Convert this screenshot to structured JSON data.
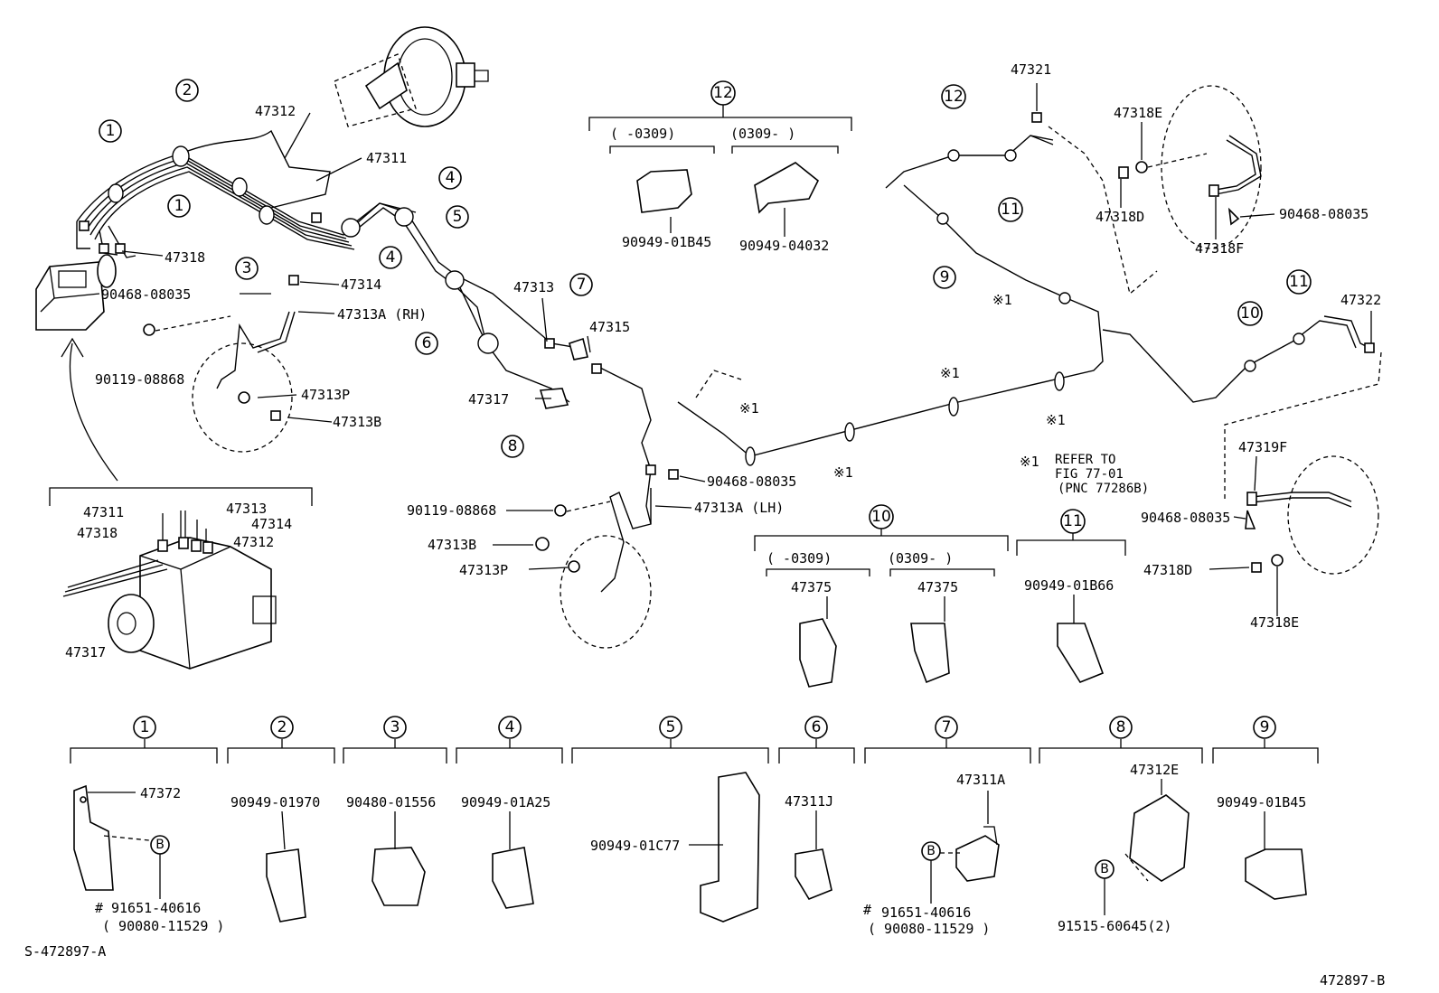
{
  "labels": {
    "p47312_top": "47312",
    "p47311_top": "47311",
    "p47318_l": "47318",
    "p47314": "47314",
    "p90468_l": "90468-08035",
    "p47313a_rh": "47313A (RH)",
    "p90119_l": "90119-08868",
    "p47313p_l": "47313P",
    "p47313b_l": "47313B",
    "p47313": "47313",
    "p47315": "47315",
    "p47317": "47317",
    "p90468_mid": "90468-08035",
    "p47313a_lh": "47313A (LH)",
    "p90119_mid": "90119-08868",
    "p47313b_mid": "47313B",
    "p47313p_mid": "47313P",
    "inset_47311": "47311",
    "inset_47313": "47313",
    "inset_47318": "47318",
    "inset_47314": "47314",
    "inset_47312": "47312",
    "inset_47317": "47317",
    "range_a": "(      -0309)",
    "range_b": "(0309-       )",
    "p90949_01b45_top": "90949-01B45",
    "p90949_04032": "90949-04032",
    "p47321": "47321",
    "p47318e_top": "47318E",
    "p47318d_top": "47318D",
    "p90468_tr": "90468-08035",
    "p47318f": "47318F",
    "ref_x1_a": "※1",
    "ref_x1_b": "※1",
    "ref_x1_c": "※1",
    "ref_x1_d": "※1",
    "ref_x1_e": "※1",
    "p47322": "47322",
    "refer_mark": "※1",
    "refer_1": "REFER TO",
    "refer_2": "FIG 77-01",
    "refer_3": "(PNC 77286B)",
    "p47319f": "47319F",
    "p90468_r": "90468-08035",
    "p47318d_r": "47318D",
    "p47318e_r": "47318E",
    "range_c": "(      -0309)",
    "range_d": "(0309-      )",
    "p47375_a": "47375",
    "p47375_b": "47375",
    "p90949_01b66": "90949-01B66",
    "p47372": "47372",
    "p91651_a": "91651-40616",
    "p90080_a": "( 90080-11529 )",
    "p90949_01970": "90949-01970",
    "p90480_01556": "90480-01556",
    "p90949_01a25": "90949-01A25",
    "p90949_01c77": "90949-01C77",
    "p47311j": "47311J",
    "p47311a": "47311A",
    "p91651_b": "91651-40616",
    "p90080_b": "( 90080-11529 )",
    "p47312e": "47312E",
    "p91515": "91515-60645(2)",
    "p90949_01b45_bot": "90949-01B45",
    "hash_a": "#",
    "hash_b": "#",
    "b_a": "B",
    "b_b": "B",
    "b_c": "B",
    "code_left": "S-472897-A",
    "code_right": "472897-B"
  },
  "callouts": {
    "c1a": "1",
    "c2a": "2",
    "c1b": "1",
    "c3a": "3",
    "c4a": "4",
    "c4b": "4",
    "c5a": "5",
    "c6a": "6",
    "c7a": "7",
    "c8a": "8",
    "c12a": "12",
    "c12b": "12",
    "c11a": "11",
    "c9a": "9",
    "c10a": "10",
    "c11b": "11",
    "c10b": "10",
    "c11c": "11",
    "k1": "1",
    "k2": "2",
    "k3": "3",
    "k4": "4",
    "k5": "5",
    "k6": "6",
    "k7": "7",
    "k8": "8",
    "k9": "9"
  }
}
